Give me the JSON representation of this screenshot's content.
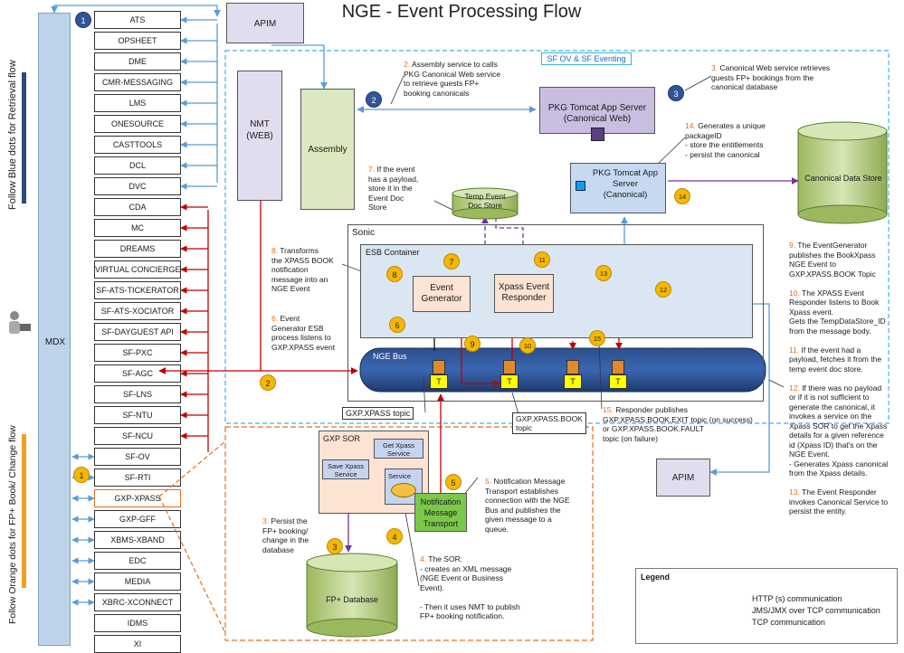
{
  "title": "NGE - Event Processing Flow",
  "side_labels": {
    "blue": "Follow Blue dots for Retrieval flow",
    "orange": "Follow Orange dots for FP+ Book/ Change flow"
  },
  "mdx": "MDX",
  "systems": [
    "ATS",
    "OPSHEET",
    "DME",
    "CMR-MESSAGING",
    "LMS",
    "ONESOURCE",
    "CASTTOOLS",
    "DCL",
    "DVC",
    "CDA",
    "MC",
    "DREAMS",
    "VIRTUAL CONCIERGE",
    "SF-ATS-TICKERATOR",
    "SF-ATS-XOCIATOR",
    "SF-DAYGUEST API",
    "SF-PXC",
    "SF-AGC",
    "SF-LNS",
    "SF-NTU",
    "SF-NCU",
    "SF-OV",
    "SF-RTI",
    "GXP-XPASS",
    "GXP-GFF",
    "XBMS-XBAND",
    "EDC",
    "MEDIA",
    "XBRC-XCONNECT",
    "IDMS",
    "XI"
  ],
  "apim_top": "APIM",
  "apim_bottom": "APIM",
  "sf_region": "SF OV & SF Eventing",
  "nmt": "NMT\n(WEB)",
  "assembly": "Assembly",
  "pkg_web": "PKG Tomcat App Server\n(Canonical Web)",
  "pkg_canonical": "PKG Tomcat App\nServer\n(Canonical)",
  "canonical_store": "Canonical Data Store",
  "temp_store": "Temp Event\nDoc Store",
  "sonic": "Sonic",
  "esb": "ESB Container",
  "event_generator": "Event\nGenerator",
  "xpass_responder": "Xpass Event\nResponder",
  "nge_bus": "NGE Bus",
  "topic_t": "T",
  "gxp_sor": "GXP SOR",
  "get_xpass": "Get Xpass\nService",
  "save_xpass": "Save  Xpass\nService",
  "service": "Service",
  "nmt_transport": "Notification\nMessage\nTransport",
  "fp_db": "FP+ Database",
  "labels": {
    "gxp_xpass_topic": "GXP.XPASS topic",
    "gxp_book_topic": "GXP.XPASS.BOOK\ntopic"
  },
  "notes": {
    "n2": [
      "2. Assembly service to calls",
      "PKG Canonical Web service",
      "to retrieve guests FP+",
      "booking canonicals"
    ],
    "n3": [
      "3. Canonical Web service retrieves",
      "guests FP+ bookings from the",
      "canonical database"
    ],
    "n14": [
      "14. Generates a unique",
      "packageID",
      "- store the entitlements",
      "- persist the canonical"
    ],
    "n7": [
      "7. If the event",
      "has a payload,",
      "store it in the",
      "Event Doc",
      "Store"
    ],
    "n8": [
      "8. Transforms",
      "the XPASS BOOK",
      "notification",
      "message into an",
      "NGE Event"
    ],
    "n6": [
      "6. Event",
      "Generator ESB",
      "process  listens to",
      "GXP.XPASS event"
    ],
    "n15": [
      "15. Responder publishes",
      "GXP.XPASS.BOOK.EXIT topic (on success)",
      "or GXP.XPASS.BOOK.FAULT",
      "topic (on failure)"
    ],
    "n5": [
      "5. Notification Message",
      "Transport establishes",
      "connection with the NGE",
      "Bus and publishes the",
      "given message to a",
      "queue."
    ],
    "n3o": [
      "3. Persist the",
      "FP+ booking/",
      "change in the",
      "database"
    ],
    "n4": [
      "4. The SOR:",
      "- creates an XML message",
      "(NGE Event or Business",
      "Event).",
      "",
      "- Then it uses NMT to publish",
      "FP+ booking notification."
    ],
    "right": [
      "9. The EventGenerator",
      "publishes the BookXpass",
      "NGE Event to",
      "GXP.XPASS.BOOK Topic",
      "",
      "10. The XPASS Event",
      "Responder listens to Book",
      "Xpass event.",
      "Gets the TempDataStore_ID",
      "from the message body.",
      "",
      "11. If the event had a",
      "payload, fetches it from the",
      "temp event doc store.",
      "",
      "12. If there was no payload",
      "or if it is not sufficient to",
      "generate the canonical, it",
      "invokes a service on the",
      "Xpass SOR to get the Xpass",
      "details for a given reference",
      "id (Xpass ID) that's on the",
      "NGE Event.",
      "- Generates Xpass canonical",
      "from the Xpass details.",
      "",
      "13. The Event Responder",
      "invokes Canonical Service to",
      "persist the entity."
    ]
  },
  "bubbles_blue": [
    "1",
    "2",
    "3"
  ],
  "bubbles_orange": [
    "1",
    "2",
    "3",
    "4",
    "5",
    "6",
    "7",
    "8",
    "9",
    "10",
    "11",
    "12",
    "13",
    "14",
    "15"
  ],
  "legend": {
    "title": "Legend",
    "rows": [
      "HTTP (s)  communication",
      "JMS/JMX over TCP communication",
      "TCP communication"
    ],
    "colors": [
      "#5b9bd5",
      "#c00000",
      "#7030a0"
    ]
  },
  "colors": {
    "blue": "#5b9bd5",
    "red": "#c00000",
    "purple": "#7030a0",
    "orange": "#e07020",
    "dash_blue": "#3cb4e0"
  }
}
